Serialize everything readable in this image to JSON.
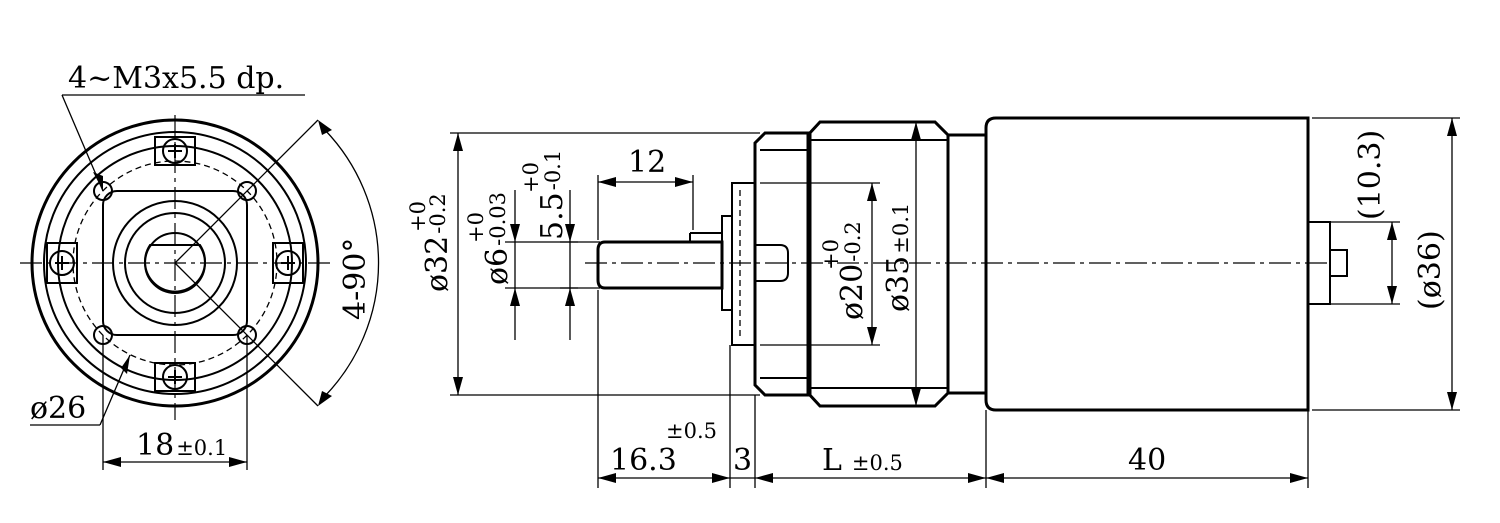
{
  "front_view": {
    "hole_spec": "4~M3x5.5 dp.",
    "pcd": "ø26",
    "angle": "4-90°",
    "width_value": "18",
    "width_tol": "±0.1"
  },
  "side_view": {
    "gearbox_dia": "ø32",
    "gearbox_dia_tol_upper": "+0",
    "gearbox_dia_tol_lower": "-0.2",
    "shaft_dia": "ø6",
    "shaft_dia_tol_upper": "+0",
    "shaft_dia_tol_lower": "-0.03",
    "flat": "5.5",
    "flat_tol_upper": "+0",
    "flat_tol_lower": "-0.1",
    "shaft_len": "12",
    "pilot_dia": "ø20",
    "pilot_dia_tol_upper": "+0",
    "pilot_dia_tol_lower": "-0.2",
    "body_dia": "ø35",
    "body_dia_tol": "±0.1",
    "terminal_offset": "(10.3)",
    "motor_dia": "(ø36)",
    "shaft_ext": "16.3",
    "shaft_ext_tol": "±0.5",
    "boss_len": "3",
    "gear_len": "L",
    "gear_len_tol": "±0.5",
    "motor_len": "40"
  }
}
